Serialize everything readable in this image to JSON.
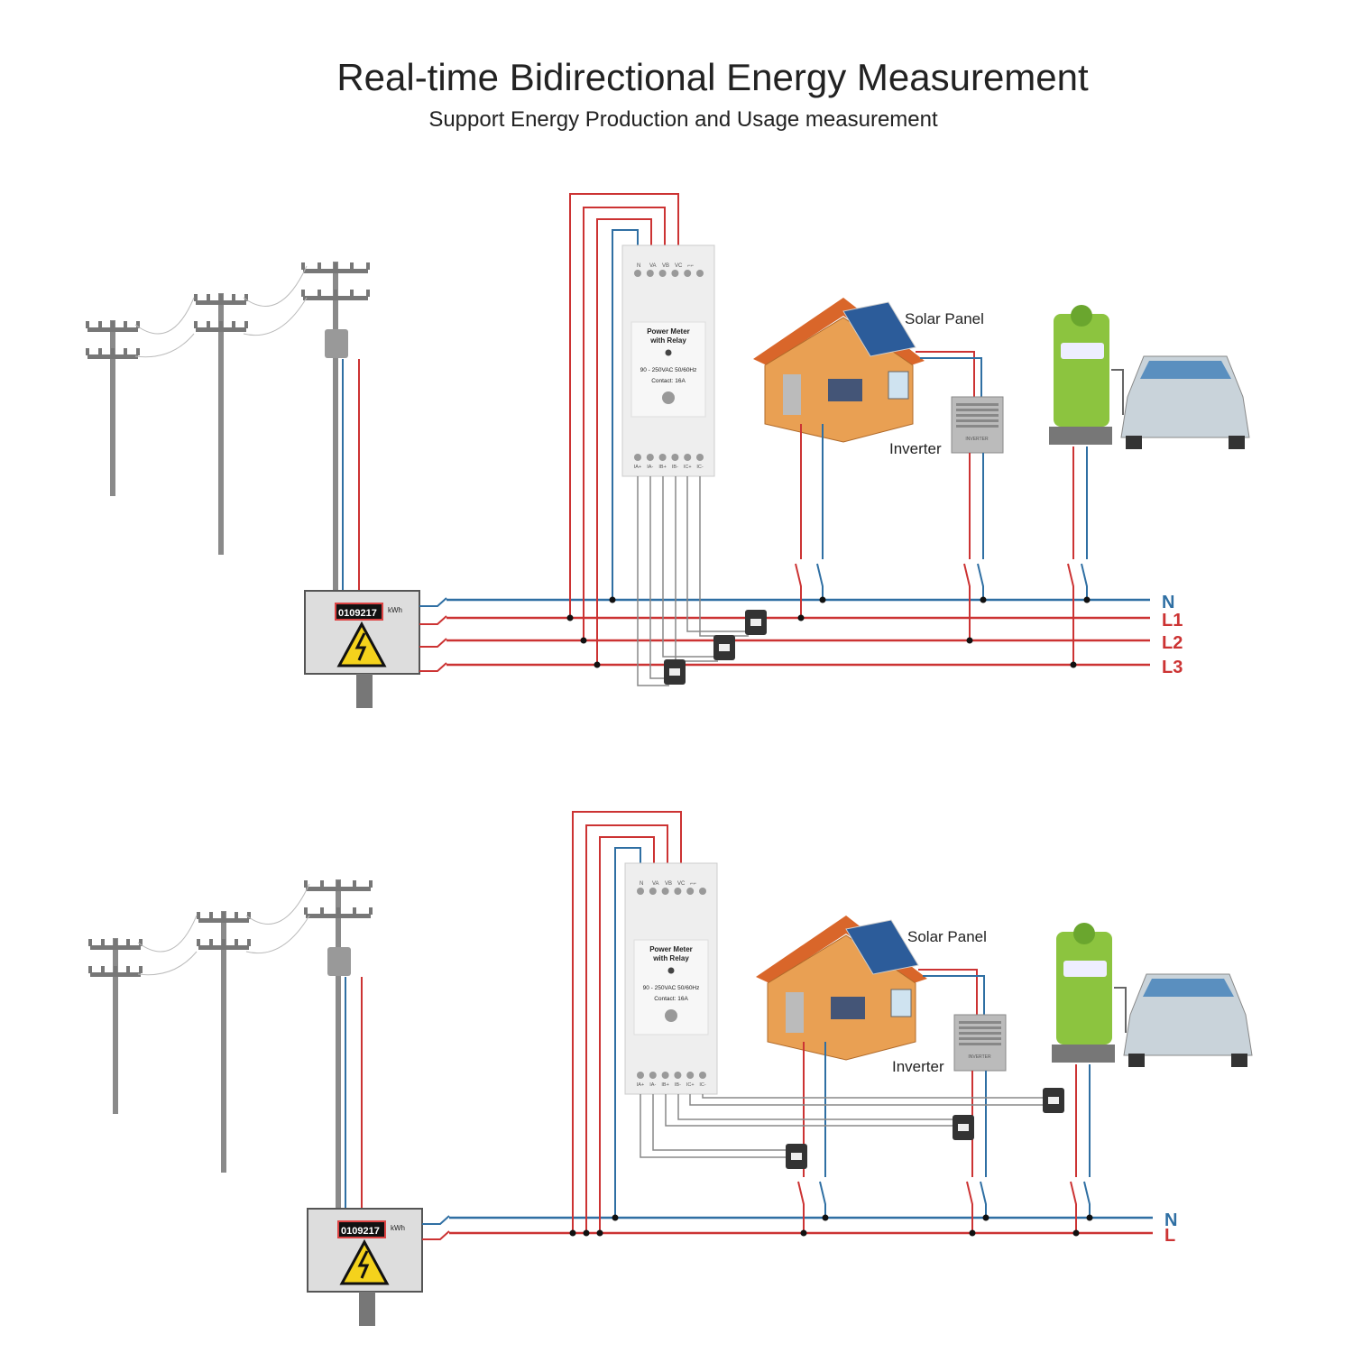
{
  "title": "Real-time Bidirectional Energy Measurement",
  "subtitle": "Support Energy Production and Usage measurement",
  "colors": {
    "neutral": "#2f6fa3",
    "live": "#cc3333",
    "ct_wire": "#444444",
    "pole": "#8a8a8a",
    "house": "#e08a3a",
    "charger": "#8cc43f"
  },
  "device": {
    "name_line1": "Power Meter",
    "name_line2": "with Relay",
    "rating": "90 - 250VAC 50/60Hz",
    "contact": "Contact: 16A",
    "top_terminals": [
      "N",
      "VA",
      "VB",
      "VC",
      "⌐⌐"
    ],
    "bottom_terminals": [
      "IA+",
      "IA-",
      "IB+",
      "IB-",
      "IC+",
      "IC-"
    ]
  },
  "utility_meter": {
    "reading": "0109217",
    "unit": "kWh"
  },
  "labels": {
    "solar_panel": "Solar Panel",
    "inverter": "Inverter",
    "inverter_plate": "INVERTER"
  },
  "panels": [
    {
      "bus_labels": [
        "N",
        "L1",
        "L2",
        "L3"
      ]
    },
    {
      "bus_labels": [
        "N",
        "L"
      ]
    }
  ]
}
